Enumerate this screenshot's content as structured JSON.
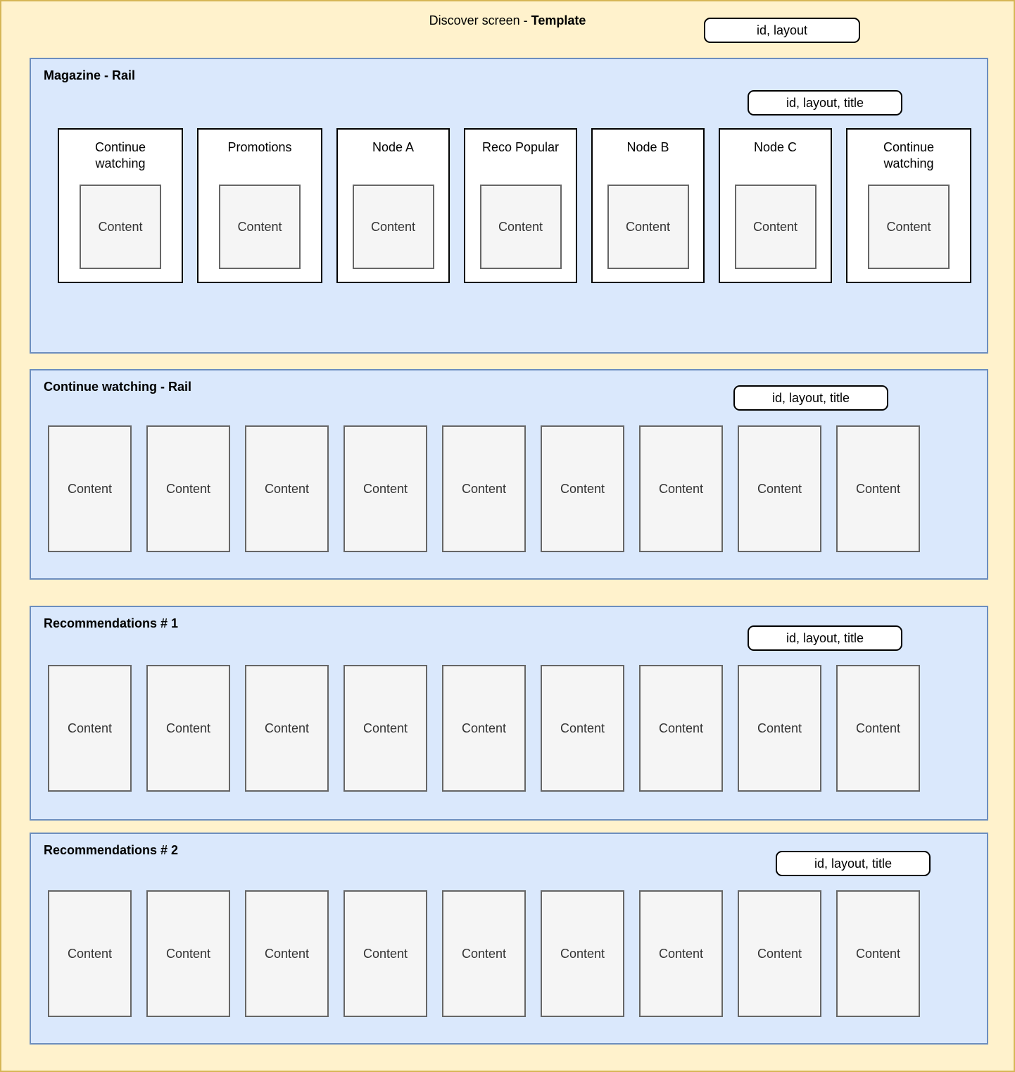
{
  "page": {
    "title_prefix": "Discover screen - ",
    "title_bold": "Template",
    "badge": "id, layout"
  },
  "colors": {
    "canvas_bg": "#FFF2CC",
    "canvas_border": "#D6B656",
    "section_bg": "#DAE8FC",
    "section_border": "#6C8EBF",
    "card_bg": "#FFFFFF",
    "card_border": "#000000",
    "content_bg": "#F5F5F5",
    "content_border": "#666666",
    "badge_bg": "#FFFFFF",
    "badge_border": "#000000"
  },
  "sections": [
    {
      "title": "Magazine - Rail",
      "badge": "id, layout, title",
      "cards": [
        {
          "title": "Continue watching",
          "content": "Content"
        },
        {
          "title": "Promotions",
          "content": "Content"
        },
        {
          "title": "Node A",
          "content": "Content"
        },
        {
          "title": "Reco Popular",
          "content": "Content"
        },
        {
          "title": "Node B",
          "content": "Content"
        },
        {
          "title": "Node C",
          "content": "Content"
        },
        {
          "title": "Continue watching",
          "content": "Content"
        }
      ]
    },
    {
      "title": "Continue watching - Rail",
      "badge": "id, layout, title",
      "items": [
        "Content",
        "Content",
        "Content",
        "Content",
        "Content",
        "Content",
        "Content",
        "Content",
        "Content"
      ]
    },
    {
      "title": "Recommendations # 1",
      "badge": "id, layout, title",
      "items": [
        "Content",
        "Content",
        "Content",
        "Content",
        "Content",
        "Content",
        "Content",
        "Content",
        "Content"
      ]
    },
    {
      "title": "Recommendations # 2",
      "badge": "id, layout, title",
      "items": [
        "Content",
        "Content",
        "Content",
        "Content",
        "Content",
        "Content",
        "Content",
        "Content",
        "Content"
      ]
    }
  ]
}
